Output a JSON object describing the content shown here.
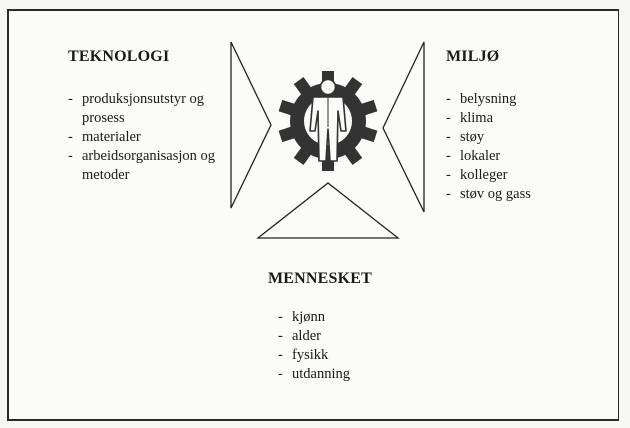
{
  "teknologi": {
    "title": "TEKNOLOGI",
    "items": [
      "produksjonsutstyr og prosess",
      "materialer",
      "arbeidsorganisasjon og metoder"
    ]
  },
  "miljo": {
    "title": "MILJØ",
    "items": [
      "belysning",
      "klima",
      "støy",
      "lokaler",
      "kolleger",
      "støv og gass"
    ]
  },
  "mennesket": {
    "title": "MENNESKET",
    "items": [
      "kjønn",
      "alder",
      "fysikk",
      "utdanning"
    ]
  },
  "colors": {
    "ink": "#1a1a1a",
    "gear": "#333333"
  },
  "icons": [
    "gear-icon",
    "person-icon"
  ]
}
